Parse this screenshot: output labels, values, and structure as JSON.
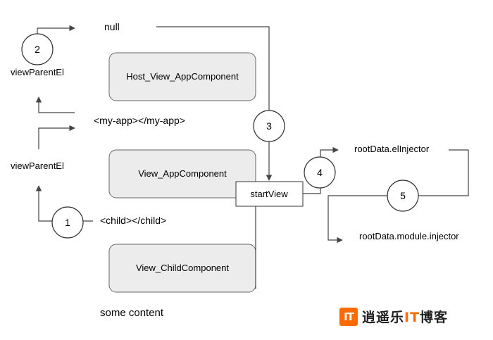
{
  "labels": {
    "null": "null",
    "view_parent_el_top": "viewParentEl",
    "view_parent_el_mid": "viewParentEl",
    "my_app_tag": "<my-app></my-app>",
    "child_tag": "<child></child>",
    "some_content": "some content",
    "root_el_injector": "rootData.elInjector",
    "root_module_injector": "rootData.module.injector"
  },
  "boxes": {
    "host_view": "Host_View_AppComponent",
    "view_app": "View_AppComponent",
    "view_child": "View_ChildComponent",
    "start_view": "startView"
  },
  "steps": [
    "1",
    "2",
    "3",
    "4",
    "5"
  ],
  "watermark": {
    "icon_text": "IT",
    "text_part1": "逍遥乐",
    "text_accent": "IT",
    "text_part2": "博客",
    "accent_color": "#ff6a00"
  }
}
